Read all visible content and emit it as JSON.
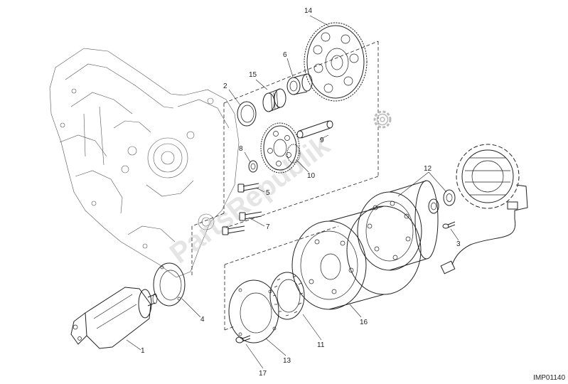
{
  "diagram": {
    "reference_code": "IMP01140",
    "watermark_text": "PartsRepublik",
    "parts": [
      {
        "id": "p1",
        "number": "1",
        "depicts": "starter-motor"
      },
      {
        "id": "p2",
        "number": "2",
        "depicts": "washer"
      },
      {
        "id": "p3",
        "number": "3",
        "depicts": "screw"
      },
      {
        "id": "p4",
        "number": "4",
        "depicts": "gasket"
      },
      {
        "id": "p5",
        "number": "5",
        "depicts": "screw"
      },
      {
        "id": "p6",
        "number": "6",
        "depicts": "bushing"
      },
      {
        "id": "p7",
        "number": "7",
        "depicts": "screw"
      },
      {
        "id": "p8",
        "number": "8",
        "depicts": "washer"
      },
      {
        "id": "p9",
        "number": "9",
        "depicts": "pin"
      },
      {
        "id": "p10",
        "number": "10",
        "depicts": "double-gear"
      },
      {
        "id": "p11",
        "number": "11",
        "depicts": "freewheel"
      },
      {
        "id": "p12",
        "number": "12",
        "depicts": "stator"
      },
      {
        "id": "p13",
        "number": "13",
        "depicts": "cover-plate"
      },
      {
        "id": "p14",
        "number": "14",
        "depicts": "starter-gear"
      },
      {
        "id": "p15",
        "number": "15",
        "depicts": "needle-bearing"
      },
      {
        "id": "p16",
        "number": "16",
        "depicts": "flywheel-rotor"
      },
      {
        "id": "p17",
        "number": "17",
        "depicts": "screw"
      }
    ]
  }
}
